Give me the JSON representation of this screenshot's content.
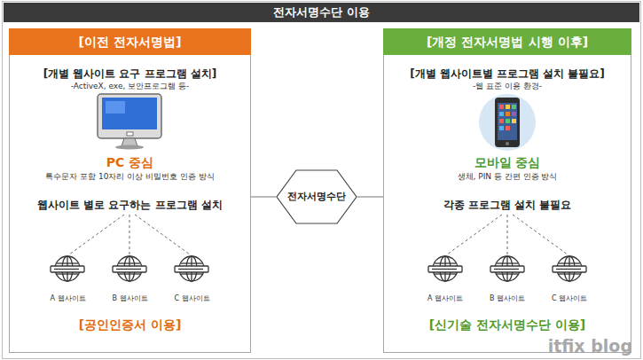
{
  "diagram": {
    "title": "전자서명수단 이용",
    "nodes": [
      {
        "text": [
          "[이전 전자서명법]",
          "[개별 웹사이트 요구 프로그램 설치]",
          "-ActiveX, exe, 보안프로그램 등-",
          "PC 중심",
          "특수문자 포함 10자리 이상 비밀번호 인증 방식",
          "웹사이트 별로 요구하는 프로그램 설치",
          "A 웹사이트",
          "B 웹사이트",
          "C 웹사이트",
          "[공인인증서 이용]"
        ]
      },
      {
        "text": [
          "전자서명수단"
        ]
      },
      {
        "text": [
          "[개정 전자서명법 시행 이후]",
          "[개별 웹사이트별 프로그램 설치 불필요]",
          "-웹 표준 이용 환경-",
          "모바일 중심",
          "생체, PIN 등 간편 인증 방식",
          "각종 프로그램 설치 불필요",
          "A 웹사이트",
          "B 웹사이트",
          "C 웹사이트",
          "[신기술 전자서명수단 이용]"
        ]
      }
    ],
    "edges": [
      {
        "from": 0,
        "to": 1,
        "arrow": "none"
      },
      {
        "from": 1,
        "to": 2,
        "arrow": "none"
      }
    ],
    "labels": [
      "itfix blog"
    ]
  }
}
